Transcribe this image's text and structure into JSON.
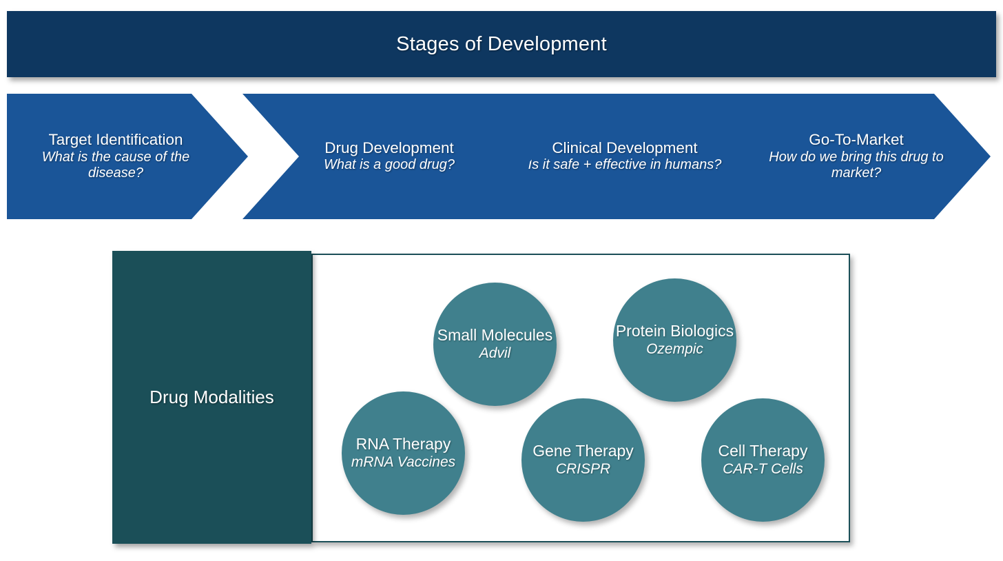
{
  "header": {
    "title": "Stages of Development",
    "background_color": "#0E3760",
    "text_color": "#FFFFFF"
  },
  "stages": {
    "accent_color": "#1A5598",
    "items": [
      {
        "title": "Target Identification",
        "question": "What is the cause of the disease?"
      },
      {
        "title": "Drug Development",
        "question": "What is a good drug?"
      },
      {
        "title": "Clinical Development",
        "question": "Is it safe + effective in humans?"
      },
      {
        "title": "Go-To-Market",
        "question": "How do we bring this drug to market?"
      }
    ]
  },
  "modalities": {
    "label": "Drug Modalities",
    "label_background_color": "#1B4F58",
    "panel_background_color": "#FFFFFF",
    "panel_border_color": "#1B4F58",
    "circle_color": "#40808D",
    "items": [
      {
        "title": "Small Molecules",
        "example": "Advil"
      },
      {
        "title": "Protein Biologics",
        "example": "Ozempic"
      },
      {
        "title": "RNA Therapy",
        "example": "mRNA Vaccines"
      },
      {
        "title": "Gene Therapy",
        "example": "CRISPR"
      },
      {
        "title": "Cell Therapy",
        "example": "CAR-T Cells"
      }
    ]
  }
}
